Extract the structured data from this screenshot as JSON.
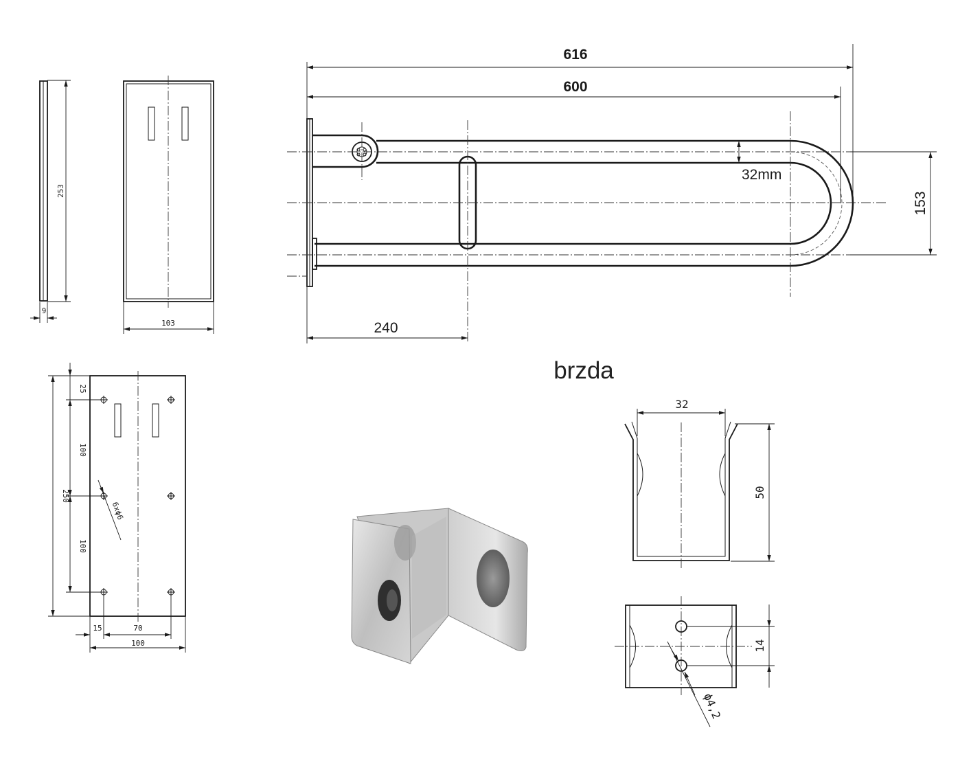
{
  "caption": "brzda",
  "rail_view": {
    "length_overall": "616",
    "length_axis": "600",
    "tube_diameter": "32mm",
    "width": "153",
    "hinge_offset": "240"
  },
  "side_view": {
    "height": "253",
    "thickness": "9"
  },
  "front_view": {
    "width": "103"
  },
  "mount_plate": {
    "top_offset": "25",
    "spacing_upper": "100",
    "spacing_lower": "100",
    "height": "250",
    "holes": "6xϕ6",
    "edge_offset": "15",
    "hole_span": "70",
    "width": "100"
  },
  "brake_front": {
    "width": "32",
    "height": "50"
  },
  "brake_top": {
    "hole_spacing": "14",
    "hole_diameter": "ϕ4,2"
  },
  "colors": {
    "line": "#1a1a1a",
    "steel_light": "#d9d9d9",
    "steel_dark": "#8c8c8c"
  }
}
